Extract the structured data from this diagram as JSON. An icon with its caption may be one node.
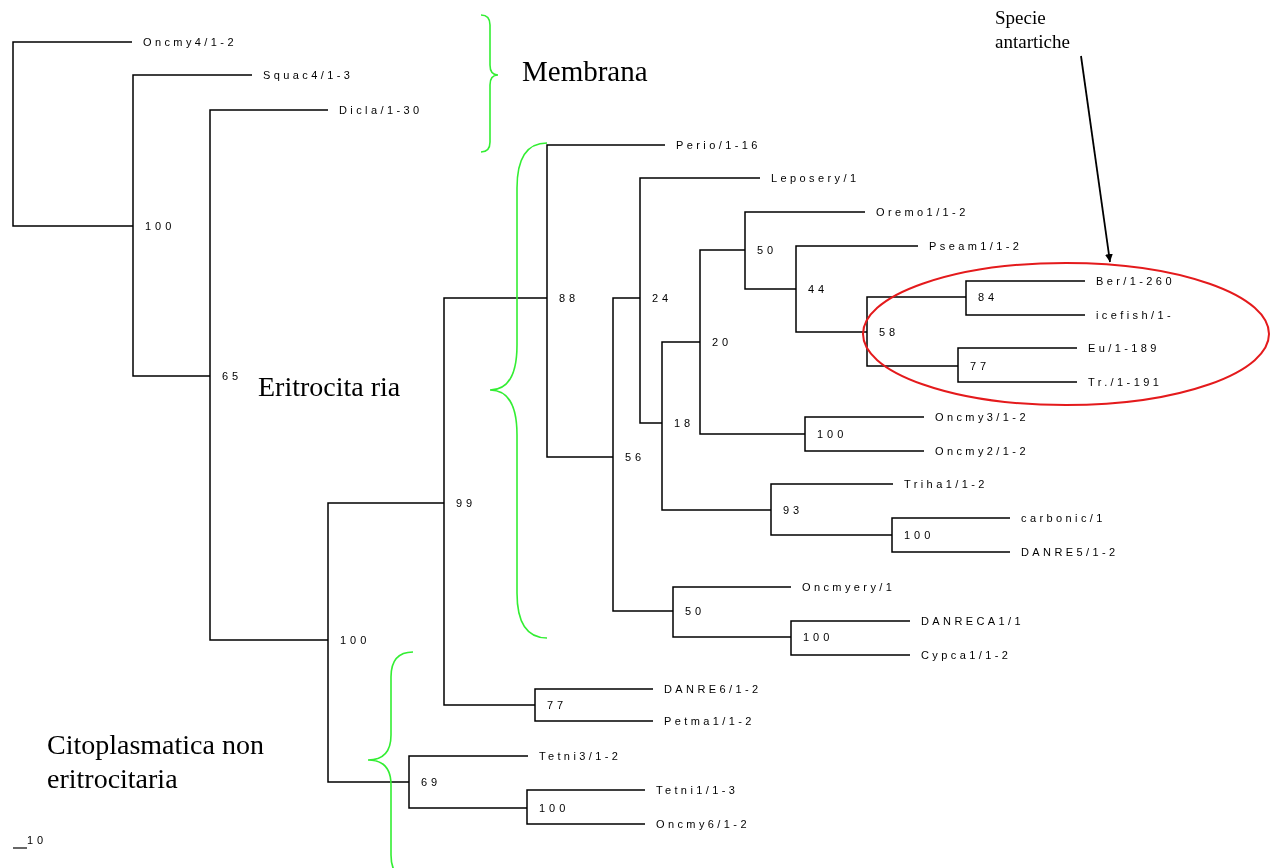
{
  "diagram": {
    "nodes": [
      {
        "text": [
          "Oncmy4/1-2"
        ]
      },
      {
        "text": [
          "100"
        ]
      },
      {
        "text": [
          "Squac4/1-3"
        ]
      },
      {
        "text": [
          "65"
        ]
      },
      {
        "text": [
          "Dicla/1-30"
        ]
      },
      {
        "text": [
          "100"
        ]
      },
      {
        "text": [
          "99"
        ]
      },
      {
        "text": [
          "88"
        ]
      },
      {
        "text": [
          "Perio/1-16"
        ]
      },
      {
        "text": [
          "56"
        ]
      },
      {
        "text": [
          "24"
        ]
      },
      {
        "text": [
          "Leposery/1"
        ]
      },
      {
        "text": [
          "18"
        ]
      },
      {
        "text": [
          "20"
        ]
      },
      {
        "text": [
          "50"
        ]
      },
      {
        "text": [
          "Oremo1/1-2"
        ]
      },
      {
        "text": [
          "44"
        ]
      },
      {
        "text": [
          "Pseam1/1-2"
        ]
      },
      {
        "text": [],
        "shape": "circle"
      },
      {
        "text": [
          "58"
        ],
        "in": 18
      },
      {
        "text": [
          "84"
        ],
        "in": 18
      },
      {
        "text": [
          "Ber/1-260"
        ],
        "in": 18
      },
      {
        "text": [
          "icefish/1-"
        ],
        "in": 18
      },
      {
        "text": [
          "77"
        ],
        "in": 18
      },
      {
        "text": [
          "Eu/1-189"
        ],
        "in": 18
      },
      {
        "text": [
          "Tr./1-191"
        ],
        "in": 18
      },
      {
        "text": [
          "100"
        ]
      },
      {
        "text": [
          "Oncmy3/1-2"
        ]
      },
      {
        "text": [
          "Oncmy2/1-2"
        ]
      },
      {
        "text": [
          "93"
        ]
      },
      {
        "text": [
          "Triha1/1-2"
        ]
      },
      {
        "text": [
          "100"
        ]
      },
      {
        "text": [
          "carbonic/1"
        ]
      },
      {
        "text": [
          "DANRE5/1-2"
        ]
      },
      {
        "text": [
          "50"
        ]
      },
      {
        "text": [
          "Oncmyery/1"
        ]
      },
      {
        "text": [
          "100"
        ]
      },
      {
        "text": [
          "DANRECA1/1"
        ]
      },
      {
        "text": [
          "Cypca1/1-2"
        ]
      },
      {
        "text": [
          "77"
        ]
      },
      {
        "text": [
          "DANRE6/1-2"
        ]
      },
      {
        "text": [
          "Petma1/1-2"
        ]
      },
      {
        "text": [
          "69"
        ]
      },
      {
        "text": [
          "Tetni3/1-2"
        ]
      },
      {
        "text": [
          "100"
        ]
      },
      {
        "text": [
          "Tetni1/1-3"
        ]
      },
      {
        "text": [
          "Oncmy6/1-2"
        ]
      },
      {
        "text": [
          "Specie antartiche"
        ]
      }
    ],
    "edges": [
      {
        "from": 0,
        "to": 1,
        "arrow": "none"
      },
      {
        "from": 1,
        "to": 2,
        "arrow": "none"
      },
      {
        "from": 1,
        "to": 3,
        "arrow": "none"
      },
      {
        "from": 3,
        "to": 4,
        "arrow": "none"
      },
      {
        "from": 3,
        "to": 5,
        "arrow": "none"
      },
      {
        "from": 5,
        "to": 6,
        "arrow": "none"
      },
      {
        "from": 5,
        "to": 42,
        "arrow": "none"
      },
      {
        "from": 6,
        "to": 7,
        "arrow": "none"
      },
      {
        "from": 6,
        "to": 39,
        "arrow": "none"
      },
      {
        "from": 7,
        "to": 8,
        "arrow": "none"
      },
      {
        "from": 7,
        "to": 9,
        "arrow": "none"
      },
      {
        "from": 9,
        "to": 10,
        "arrow": "none"
      },
      {
        "from": 9,
        "to": 34,
        "arrow": "none"
      },
      {
        "from": 10,
        "to": 11,
        "arrow": "none"
      },
      {
        "from": 10,
        "to": 12,
        "arrow": "none"
      },
      {
        "from": 12,
        "to": 13,
        "arrow": "none"
      },
      {
        "from": 12,
        "to": 29,
        "arrow": "none"
      },
      {
        "from": 13,
        "to": 14,
        "arrow": "none"
      },
      {
        "from": 13,
        "to": 26,
        "arrow": "none"
      },
      {
        "from": 14,
        "to": 15,
        "arrow": "none"
      },
      {
        "from": 14,
        "to": 16,
        "arrow": "none"
      },
      {
        "from": 16,
        "to": 17,
        "arrow": "none"
      },
      {
        "from": 16,
        "to": 19,
        "arrow": "none"
      },
      {
        "from": 19,
        "to": 20,
        "arrow": "none"
      },
      {
        "from": 19,
        "to": 23,
        "arrow": "none"
      },
      {
        "from": 20,
        "to": 21,
        "arrow": "none"
      },
      {
        "from": 20,
        "to": 22,
        "arrow": "none"
      },
      {
        "from": 23,
        "to": 24,
        "arrow": "none"
      },
      {
        "from": 23,
        "to": 25,
        "arrow": "none"
      },
      {
        "from": 26,
        "to": 27,
        "arrow": "none"
      },
      {
        "from": 26,
        "to": 28,
        "arrow": "none"
      },
      {
        "from": 29,
        "to": 30,
        "arrow": "none"
      },
      {
        "from": 29,
        "to": 31,
        "arrow": "none"
      },
      {
        "from": 31,
        "to": 32,
        "arrow": "none"
      },
      {
        "from": 31,
        "to": 33,
        "arrow": "none"
      },
      {
        "from": 34,
        "to": 35,
        "arrow": "none"
      },
      {
        "from": 34,
        "to": 36,
        "arrow": "none"
      },
      {
        "from": 36,
        "to": 37,
        "arrow": "none"
      },
      {
        "from": 36,
        "to": 38,
        "arrow": "none"
      },
      {
        "from": 39,
        "to": 40,
        "arrow": "none"
      },
      {
        "from": 39,
        "to": 41,
        "arrow": "none"
      },
      {
        "from": 42,
        "to": 43,
        "arrow": "none"
      },
      {
        "from": 42,
        "to": 44,
        "arrow": "none"
      },
      {
        "from": 44,
        "to": 45,
        "arrow": "none"
      },
      {
        "from": 44,
        "to": 46,
        "arrow": "none"
      },
      {
        "from": 47,
        "to": 18,
        "arrow": "to"
      }
    ],
    "labels": [
      "Membrana",
      "Eritrocita ria",
      "Citoplasmatica non eritrocitaria",
      "10"
    ]
  }
}
